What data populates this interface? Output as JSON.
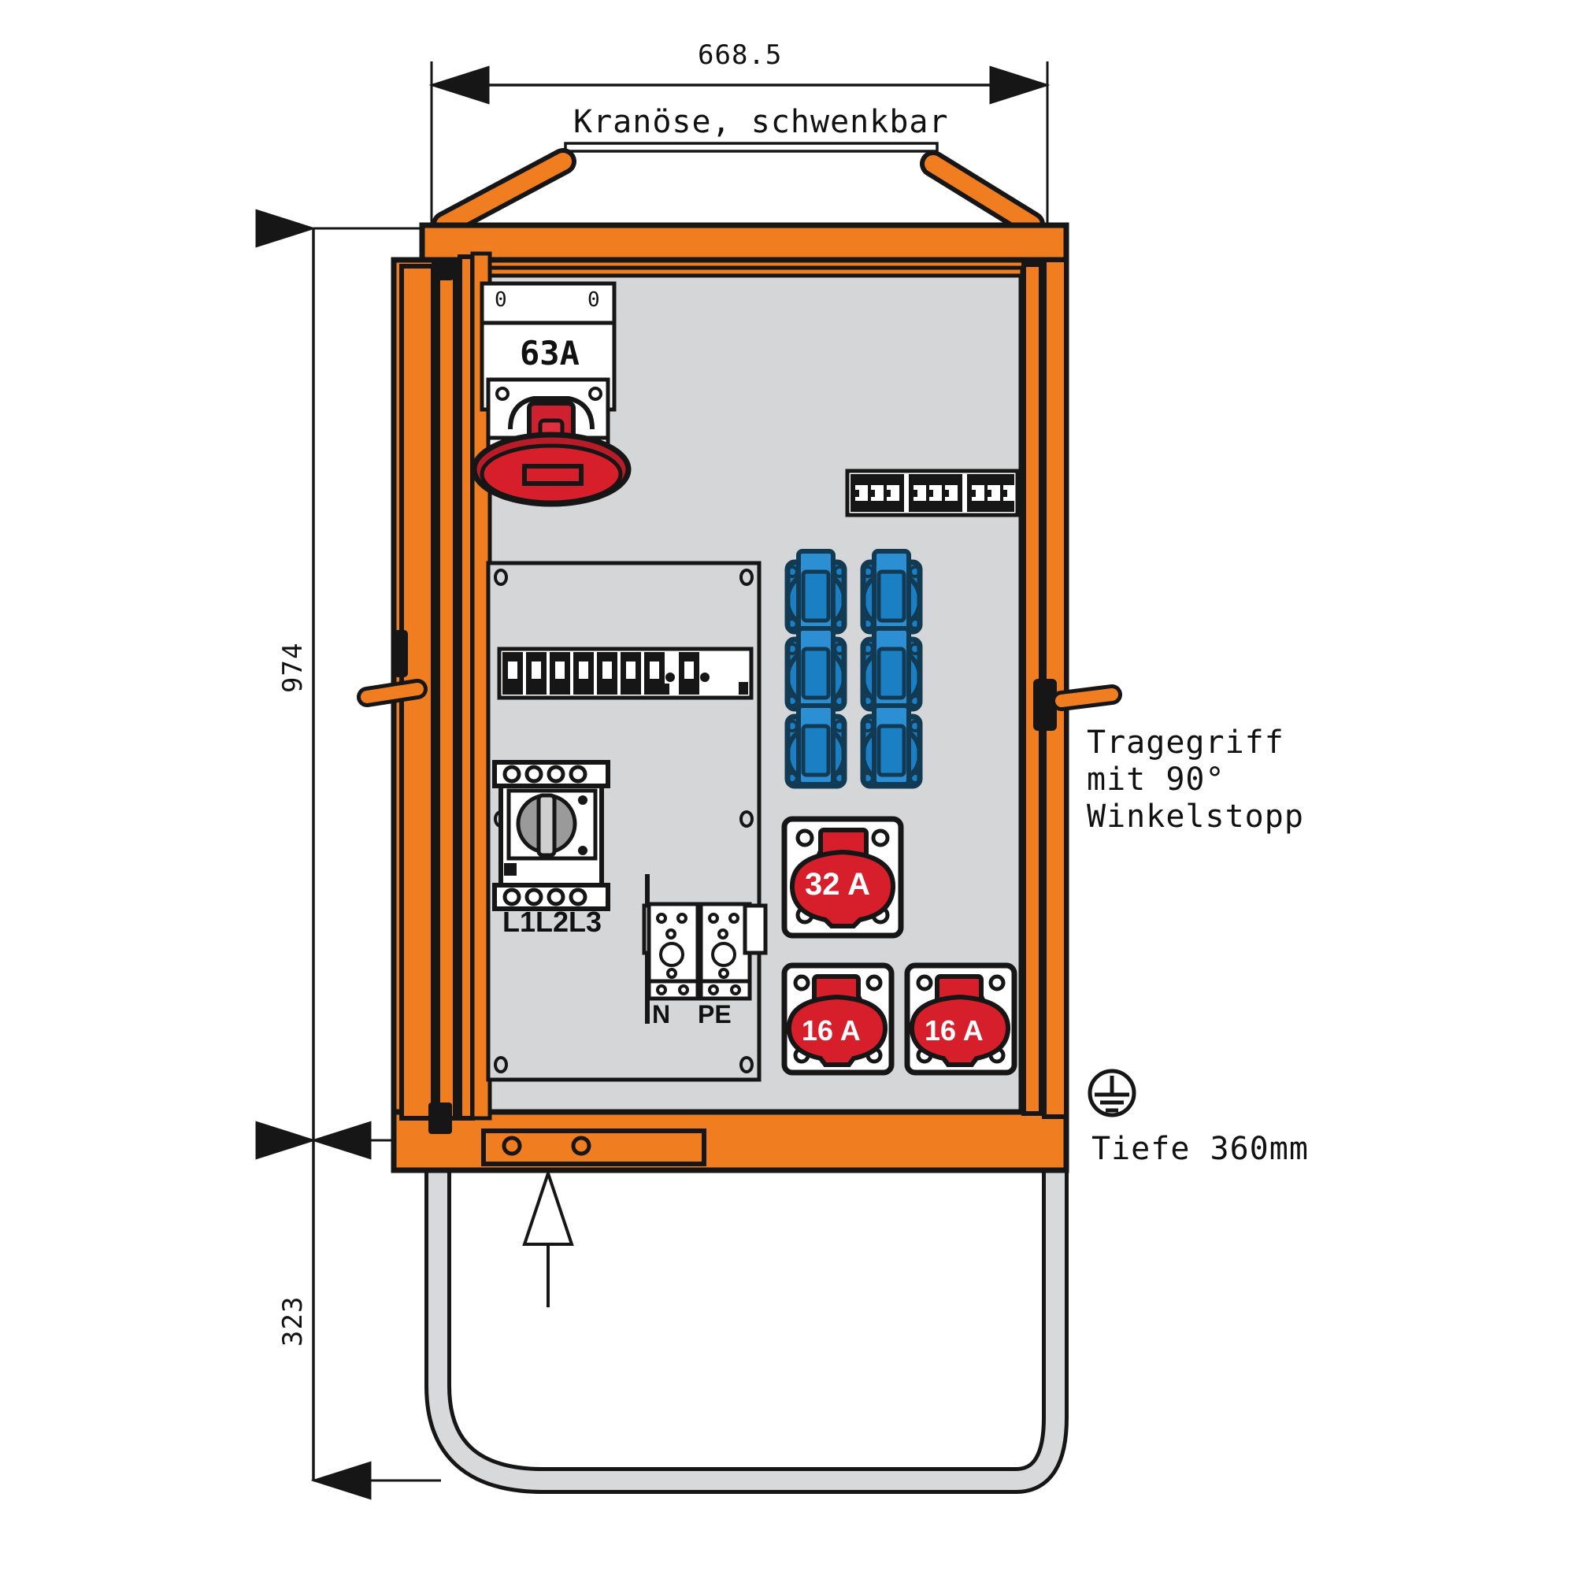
{
  "drawing": {
    "type": "technical-dimension-drawing",
    "subject": "Baustromverteiler / portable power distribution box",
    "dimensions": {
      "width_top_label": "668.5",
      "height_cabinet_label": "974",
      "height_legs_label": "323",
      "depth_note": "Tiefe 360mm"
    },
    "annotations": {
      "crane_eye": "Kranöse, schwenkbar",
      "carry_handle": "Tragegriff\nmit 90°\nWinkelstopp",
      "depth": "Tiefe 360mm",
      "earth_symbol": "earth-ground-icon"
    },
    "panel": {
      "inlet": {
        "rating_label": "63A",
        "marker_left": "0",
        "marker_right": "0",
        "color": "#cf2030",
        "name": "cee-inlet-63a"
      },
      "breaker_row_top": {
        "name": "rcd-group-top",
        "units": 3,
        "poles_per_unit": 3
      },
      "breaker_row_mid": {
        "name": "mcb-row",
        "small_breakers": 6,
        "wide_breakers": 2
      },
      "motor_protection_switch": {
        "name": "motor-protection-switch",
        "phase_label": "L1L2L3"
      },
      "terminals": {
        "neutral_label": "N",
        "pe_label": "PE"
      },
      "schuko_sockets": {
        "count": 6,
        "rows": 3,
        "cols": 2,
        "color": "#1b7fc4",
        "label": ""
      },
      "cee_sockets": [
        {
          "label": "32 A",
          "color": "#d71f2b",
          "name": "cee-socket-32a"
        },
        {
          "label": "16 A",
          "color": "#d71f2b",
          "name": "cee-socket-16a-left"
        },
        {
          "label": "16 A",
          "color": "#d71f2b",
          "name": "cee-socket-16a-right"
        }
      ]
    },
    "colors": {
      "frame_orange": "#f07d20",
      "panel_grey": "#d5d6d8",
      "line_black": "#161616",
      "red": "#d71f2b",
      "blue": "#1b7fc4",
      "leg_grey": "#d8d9db"
    }
  }
}
